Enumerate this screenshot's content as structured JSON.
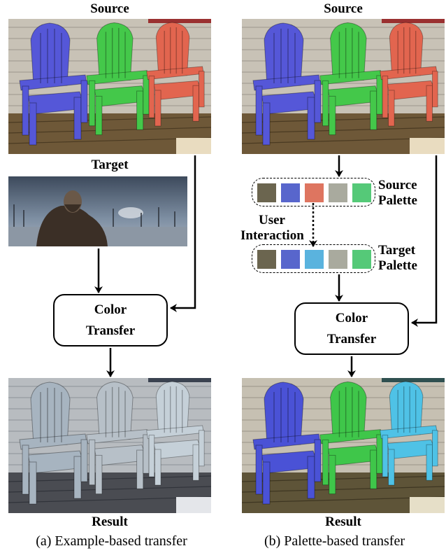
{
  "left": {
    "source_label": "Source",
    "target_label": "Target",
    "box_line1": "Color",
    "box_line2": "Transfer",
    "result_label": "Result",
    "caption": "(a) Example-based transfer"
  },
  "right": {
    "source_label": "Source",
    "source_palette_line1": "Source",
    "source_palette_line2": "Palette",
    "user_line1": "User",
    "user_line2": "Interaction",
    "target_palette_line1": "Target",
    "target_palette_line2": "Palette",
    "box_line1": "Color",
    "box_line2": "Transfer",
    "result_label": "Result",
    "caption": "(b) Palette-based transfer"
  },
  "palettes": {
    "source": [
      "#6b654f",
      "#5866cc",
      "#de7560",
      "#a9aa9e",
      "#55c978"
    ],
    "target": [
      "#6b654f",
      "#5866cc",
      "#5ab3de",
      "#a9aa9e",
      "#55c978"
    ]
  },
  "chair_colors": {
    "source": [
      "#5557d8",
      "#44c84a",
      "#e2654f"
    ],
    "result_a": [
      "#a7b4c0",
      "#b7c0c8",
      "#c5d0d8"
    ],
    "result_b": [
      "#4a52d6",
      "#3fc64a",
      "#4fc2e6"
    ]
  }
}
